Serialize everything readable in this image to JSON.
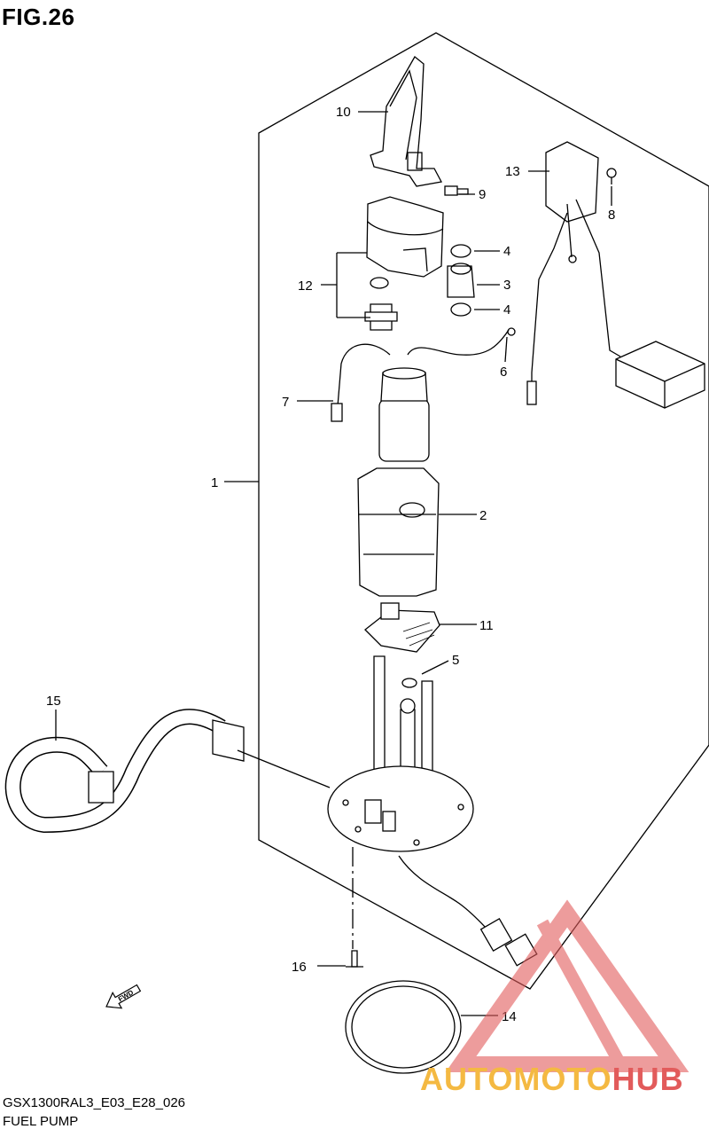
{
  "figure": {
    "title": "FIG.26",
    "model_code": "GSX1300RAL3_E03_E28_026",
    "part_name": "FUEL PUMP"
  },
  "callouts": [
    {
      "id": "c1",
      "label": "1"
    },
    {
      "id": "c2",
      "label": "2"
    },
    {
      "id": "c3",
      "label": "3"
    },
    {
      "id": "c4a",
      "label": "4"
    },
    {
      "id": "c4b",
      "label": "4"
    },
    {
      "id": "c5",
      "label": "5"
    },
    {
      "id": "c6",
      "label": "6"
    },
    {
      "id": "c7",
      "label": "7"
    },
    {
      "id": "c8",
      "label": "8"
    },
    {
      "id": "c9",
      "label": "9"
    },
    {
      "id": "c10",
      "label": "10"
    },
    {
      "id": "c11",
      "label": "11"
    },
    {
      "id": "c12",
      "label": "12"
    },
    {
      "id": "c13",
      "label": "13"
    },
    {
      "id": "c14",
      "label": "14"
    },
    {
      "id": "c15",
      "label": "15"
    },
    {
      "id": "c16",
      "label": "16"
    }
  ],
  "direction_marker": "FWD",
  "watermark": {
    "part_a": "AUTOMOTO",
    "part_b": "HUB",
    "colors": {
      "triangle": "#e25b5b",
      "part_a": "#f4b942",
      "part_b": "#e25b5b"
    }
  },
  "colors": {
    "line": "#000000",
    "background": "#ffffff"
  }
}
